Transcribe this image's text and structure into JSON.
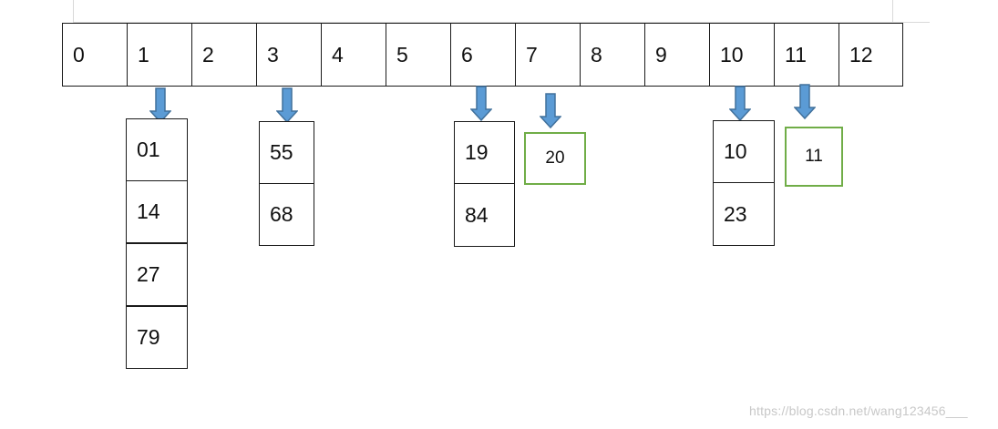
{
  "diagram": {
    "index_cells": [
      "0",
      "1",
      "2",
      "3",
      "4",
      "5",
      "6",
      "7",
      "8",
      "9",
      "10",
      "11",
      "12"
    ],
    "buckets": {
      "1": [
        "01",
        "14",
        "27",
        "79"
      ],
      "3": [
        "55",
        "68"
      ],
      "6": [
        "19",
        "84"
      ],
      "10": [
        "10",
        "23"
      ]
    },
    "new_entries": {
      "7": "20",
      "11": "11"
    },
    "colors": {
      "cell_border": "#1a1a1a",
      "new_entry_border": "#70ad47",
      "arrow_fill": "#5b9bd5",
      "arrow_stroke": "#41719c"
    }
  },
  "watermark": "https://blog.csdn.net/wang123456___"
}
